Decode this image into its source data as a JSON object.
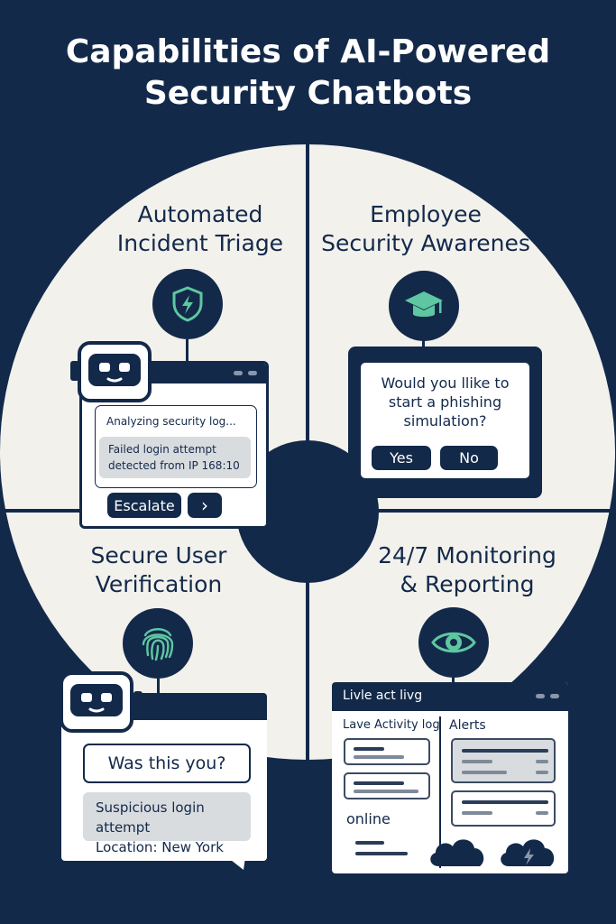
{
  "title_line1": "Capabilities of AI-Powered",
  "title_line2": "Security Chatbots",
  "colors": {
    "navy": "#13294a",
    "cream": "#f2f1ec",
    "accent_green": "#5ec7a1",
    "grey_panel": "#d9dcdf"
  },
  "quadrants": {
    "triage": {
      "title_line1": "Automated",
      "title_line2": "Incident Triage",
      "icon": "shield-lightning-icon",
      "status_text": "Analyzing security log...",
      "alert_text_line1": "Failed login attempt",
      "alert_text_line2": "detected from IP 168:10",
      "escalate_label": "Escalate",
      "next_label": "›"
    },
    "awareness": {
      "title_line1": "Employee",
      "title_line2": "Security Awarenes",
      "icon": "graduation-cap-icon",
      "question_line1": "Would you llike to",
      "question_line2": "start a phishing",
      "question_line3": "simulation?",
      "yes_label": "Yes",
      "no_label": "No"
    },
    "verification": {
      "title_line1": "Secure User",
      "title_line2": "Verification",
      "icon": "fingerprint-icon",
      "prompt": "Was this you?",
      "detail_line1": "Suspicious login attempt",
      "detail_line2": "Location: New York"
    },
    "monitoring": {
      "title_line1": "24/7 Monitoring",
      "title_line2": "& Reporting",
      "icon": "eye-icon",
      "window_title": "Livle act livg",
      "log_header": "Lave Activity log",
      "alerts_header": "Alerts",
      "status_text": "online"
    }
  }
}
